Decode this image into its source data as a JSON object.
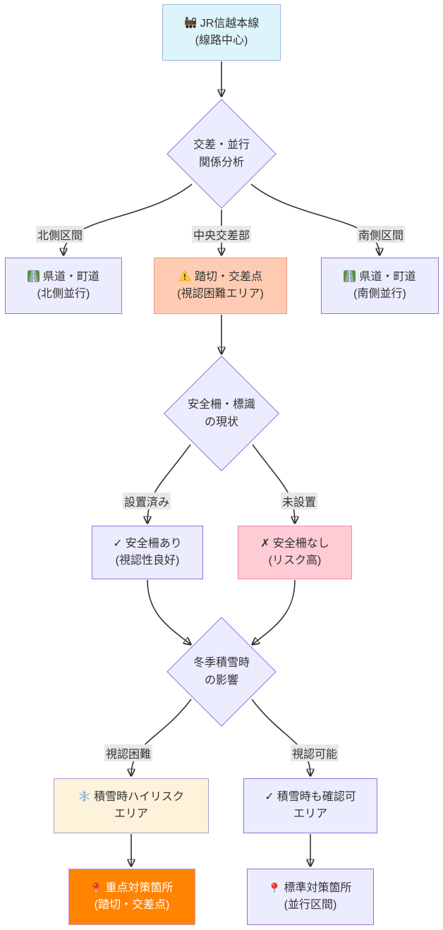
{
  "diagram": {
    "type": "flowchart",
    "direction": "top-down",
    "nodes": {
      "rail": {
        "shape": "rect",
        "icon": "locomotive-icon",
        "line1": "JR信越本線",
        "line2": "(線路中心)",
        "fill": "#ddf4fb"
      },
      "analysis": {
        "shape": "diamond",
        "line1": "交差・並行",
        "line2": "関係分析",
        "fill": "#ECECFF"
      },
      "road_north": {
        "shape": "rect",
        "icon": "motorway-icon",
        "line1": "県道・町道",
        "line2": "(北側並行)",
        "fill": "#ECECFF"
      },
      "crossing": {
        "shape": "rect",
        "icon": "warning-icon",
        "line1": "踏切・交差点",
        "line2": "(視認困難エリア)",
        "fill": "#ffccb3"
      },
      "road_south": {
        "shape": "rect",
        "icon": "motorway-icon",
        "line1": "県道・町道",
        "line2": "(南側並行)",
        "fill": "#ECECFF"
      },
      "fence_status": {
        "shape": "diamond",
        "line1": "安全柵・標識",
        "line2": "の現状",
        "fill": "#ECECFF"
      },
      "fence_yes": {
        "shape": "rect",
        "icon": "✓",
        "line1": "安全柵あり",
        "line2": "(視認性良好)",
        "fill": "#ECECFF"
      },
      "fence_no": {
        "shape": "rect",
        "icon": "✗",
        "line1": "安全柵なし",
        "line2": "(リスク高)",
        "fill": "#ffccd5"
      },
      "snow_impact": {
        "shape": "diamond",
        "line1": "冬季積雪時",
        "line2": "の影響",
        "fill": "#ECECFF"
      },
      "snow_risk": {
        "shape": "rect",
        "icon": "snowflake-icon",
        "line1": "積雪時ハイリスク",
        "line2": "エリア",
        "fill": "#fdf2da"
      },
      "snow_ok": {
        "shape": "rect",
        "icon": "✓",
        "line1": "積雪時も確認可",
        "line2": "エリア",
        "fill": "#ECECFF"
      },
      "priority": {
        "shape": "rect",
        "icon": "pushpin-icon",
        "line1": "重点対策箇所",
        "line2": "(踏切・交差点)",
        "fill": "#ff8200"
      },
      "standard": {
        "shape": "rect",
        "icon": "pushpin-icon",
        "line1": "標準対策箇所",
        "line2": "(並行区間)",
        "fill": "#ECECFF"
      }
    },
    "edges": [
      {
        "from": "rail",
        "to": "analysis",
        "label": ""
      },
      {
        "from": "analysis",
        "to": "road_north",
        "label": "北側区間"
      },
      {
        "from": "analysis",
        "to": "crossing",
        "label": "中央交差部"
      },
      {
        "from": "analysis",
        "to": "road_south",
        "label": "南側区間"
      },
      {
        "from": "crossing",
        "to": "fence_status",
        "label": ""
      },
      {
        "from": "fence_status",
        "to": "fence_yes",
        "label": "設置済み"
      },
      {
        "from": "fence_status",
        "to": "fence_no",
        "label": "未設置"
      },
      {
        "from": "fence_yes",
        "to": "snow_impact",
        "label": ""
      },
      {
        "from": "fence_no",
        "to": "snow_impact",
        "label": ""
      },
      {
        "from": "snow_impact",
        "to": "snow_risk",
        "label": "視認困難"
      },
      {
        "from": "snow_impact",
        "to": "snow_ok",
        "label": "視認可能"
      },
      {
        "from": "snow_risk",
        "to": "priority",
        "label": ""
      },
      {
        "from": "snow_ok",
        "to": "standard",
        "label": ""
      }
    ],
    "colors": {
      "canvas": "#ffffff",
      "default_node_fill": "#ECECFF",
      "default_node_border": "#9370DB",
      "rail_fill": "#ddf4fb",
      "crossing_fill": "#ffccb3",
      "fence_no_fill": "#ffccd5",
      "snow_risk_fill": "#fdf2da",
      "priority_fill": "#ff8200",
      "priority_text": "#ffffff",
      "edge_line": "#333333",
      "edge_label_bg": "#e8e8e8",
      "text": "#333333"
    }
  }
}
